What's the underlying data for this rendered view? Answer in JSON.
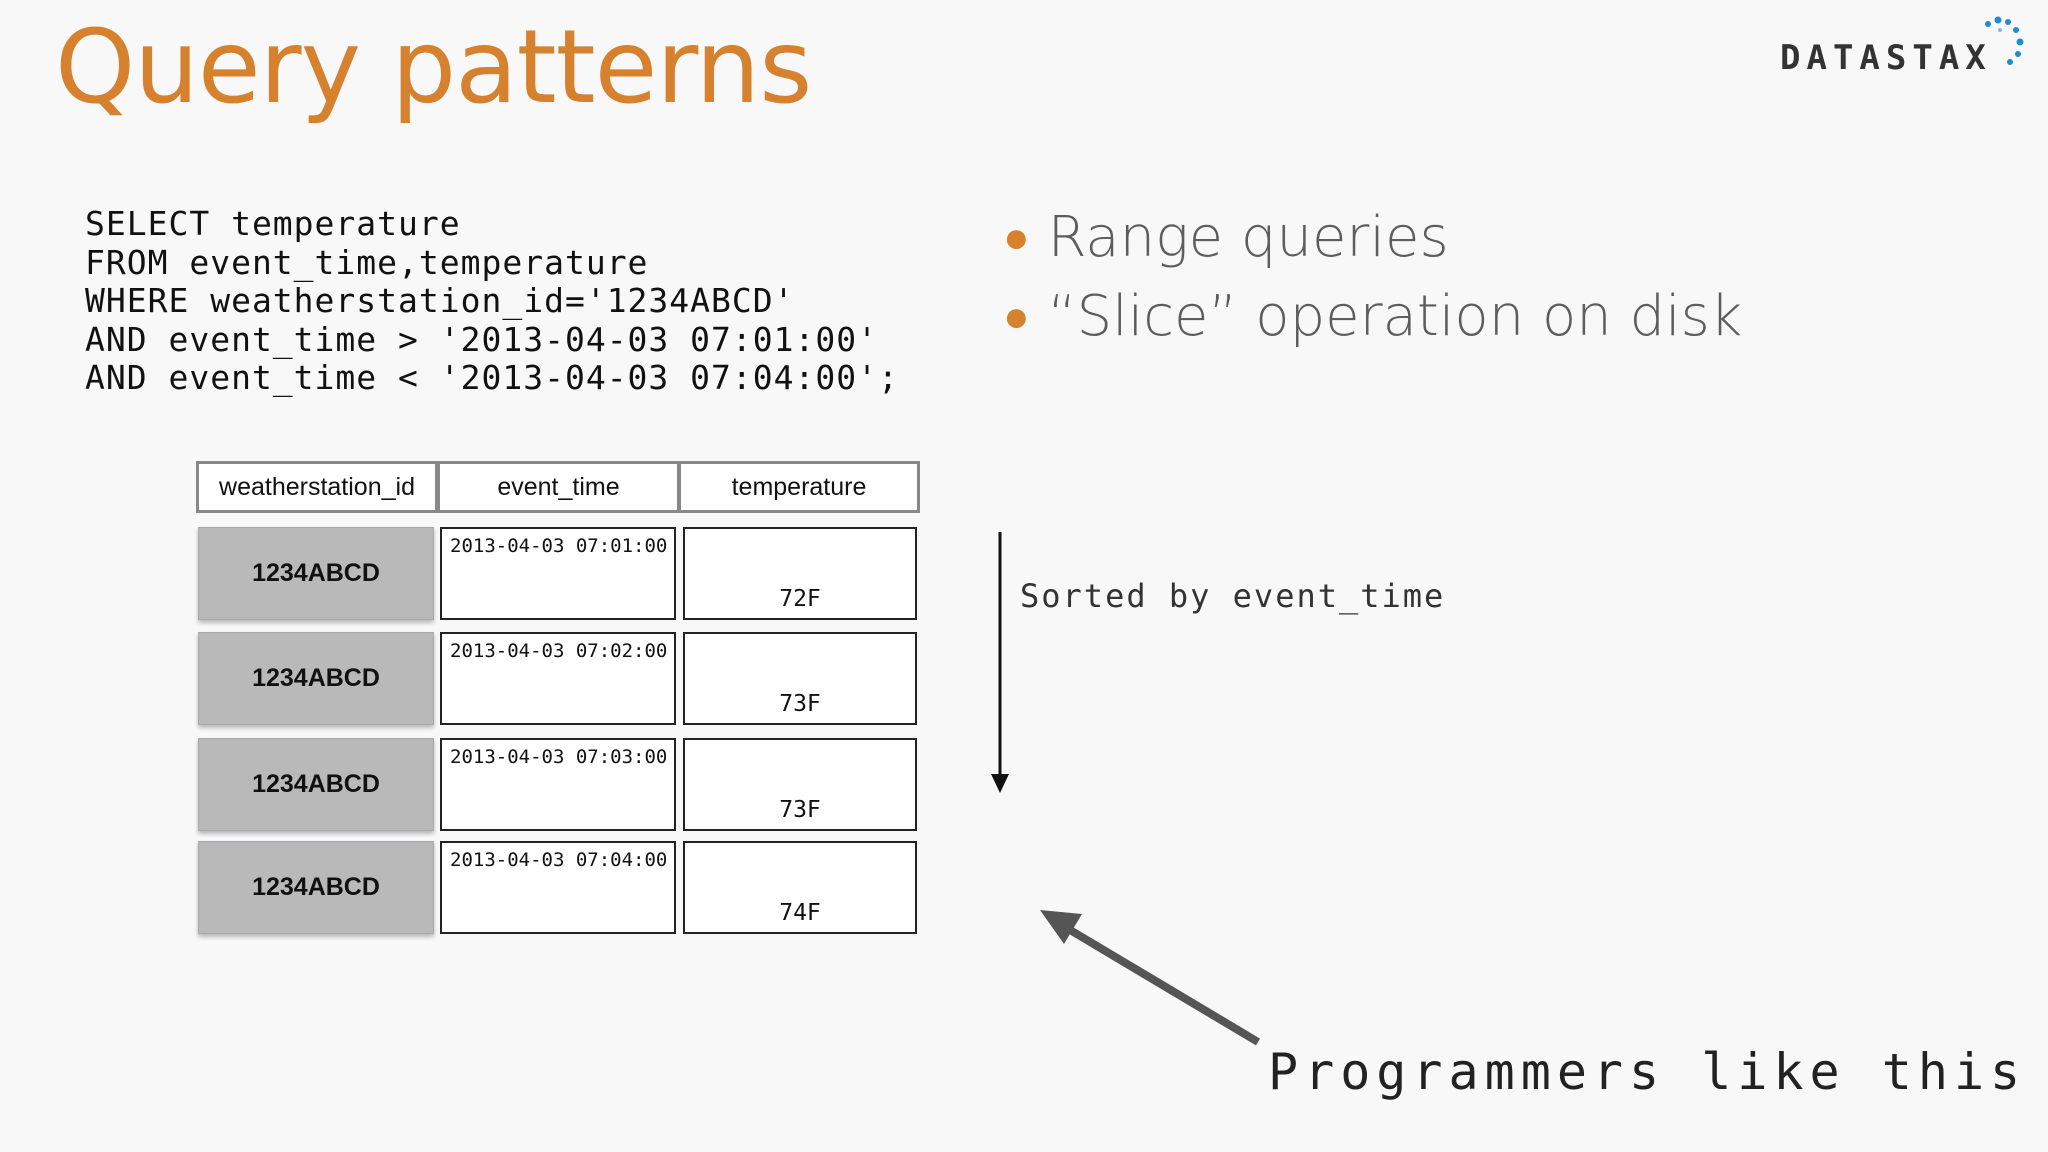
{
  "slide": {
    "title": "Query patterns",
    "logo_text": "DATASTAX",
    "code_lines": [
      "SELECT temperature",
      "FROM event_time,temperature",
      "WHERE weatherstation_id='1234ABCD'",
      "AND event_time > '2013-04-03 07:01:00'",
      "AND event_time < '2013-04-03 07:04:00';"
    ],
    "bullets": [
      "Range queries",
      "“Slice” operation on disk"
    ],
    "table": {
      "headers": [
        "weatherstation_id",
        "event_time",
        "temperature"
      ],
      "rows": [
        {
          "id": "1234ABCD",
          "time": "2013-04-03 07:01:00",
          "temp": "72F"
        },
        {
          "id": "1234ABCD",
          "time": "2013-04-03 07:02:00",
          "temp": "73F"
        },
        {
          "id": "1234ABCD",
          "time": "2013-04-03 07:03:00",
          "temp": "73F"
        },
        {
          "id": "1234ABCD",
          "time": "2013-04-03 07:04:00",
          "temp": "74F"
        }
      ]
    },
    "sorted_label": "Sorted by event_time",
    "annotation": "Programmers like this",
    "colors": {
      "title": "#d6812d",
      "bullet_dot": "#d6812d",
      "id_cell": "#b9b9b9"
    }
  }
}
